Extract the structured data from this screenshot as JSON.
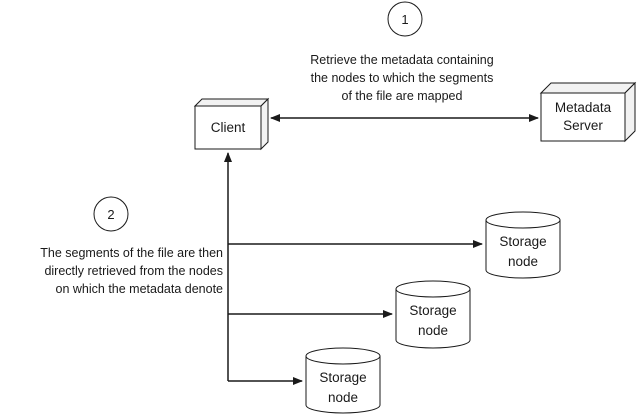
{
  "step1": {
    "number": "1",
    "description": [
      "Retrieve the metadata containing",
      "the nodes  to which the segments",
      "of the file are mapped"
    ]
  },
  "step2": {
    "number": "2",
    "description": [
      "The segments of the file are then",
      "directly retrieved from the nodes",
      "on which the metadata denote"
    ]
  },
  "client": {
    "label": "Client"
  },
  "metadata_server": {
    "label": [
      "Metadata",
      "Server"
    ]
  },
  "storage_nodes": [
    {
      "label": [
        "Storage",
        "node"
      ]
    },
    {
      "label": [
        "Storage",
        "node"
      ]
    },
    {
      "label": [
        "Storage",
        "node"
      ]
    }
  ],
  "colors": {
    "stroke": "#1a1a1a",
    "box_face": "#ffffff",
    "box_side": "#f2f2f2"
  }
}
